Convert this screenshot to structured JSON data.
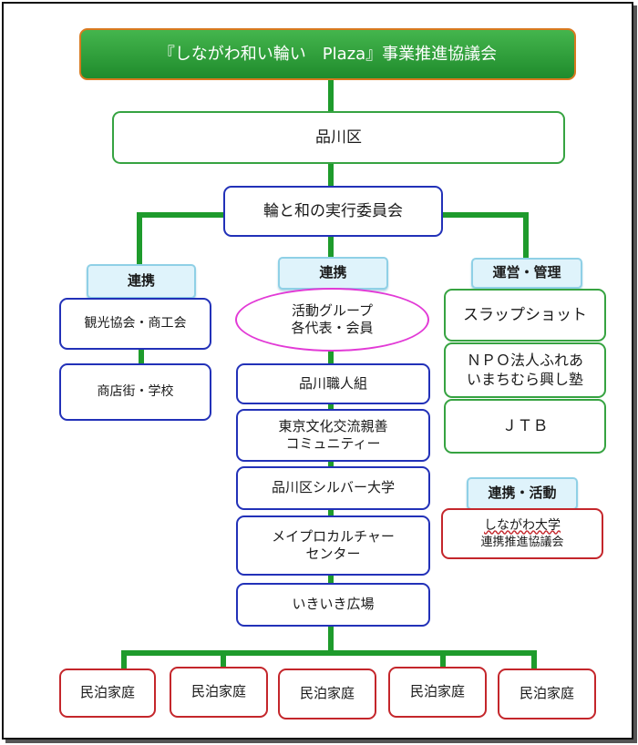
{
  "title": "『しながわ和い輪い　Plaza』事業推進協議会",
  "shinagawa_ku": "品川区",
  "committee": "輪と和の実行委員会",
  "labels": {
    "left": "連携",
    "center": "連携",
    "right": "運営・管理",
    "collab_activity": "連携・活動"
  },
  "left_boxes": [
    "観光協会・商工会",
    "商店街・学校"
  ],
  "activity_group": "活動グループ\n各代表・会員",
  "center_boxes": [
    "品川職人組",
    "東京文化交流親善\nコミュニティー",
    "品川区シルバー大学",
    "メイプロカルチャー\nセンター",
    "いきいき広場"
  ],
  "right_boxes": [
    "スラップショット",
    "ＮＰＯ法人ふれあ\nいまちむら興し塾",
    "ＪＴＢ"
  ],
  "university": {
    "line1": "しながわ大学",
    "line2": "連携推進協議会"
  },
  "homestays": [
    "民泊家庭",
    "民泊家庭",
    "民泊家庭",
    "民泊家庭",
    "民泊家庭"
  ],
  "colors": {
    "green": "#36a341",
    "blue": "#2231b8",
    "red": "#c4262b",
    "pink": "#e23ad6",
    "label_bg": "#dff3fb"
  }
}
